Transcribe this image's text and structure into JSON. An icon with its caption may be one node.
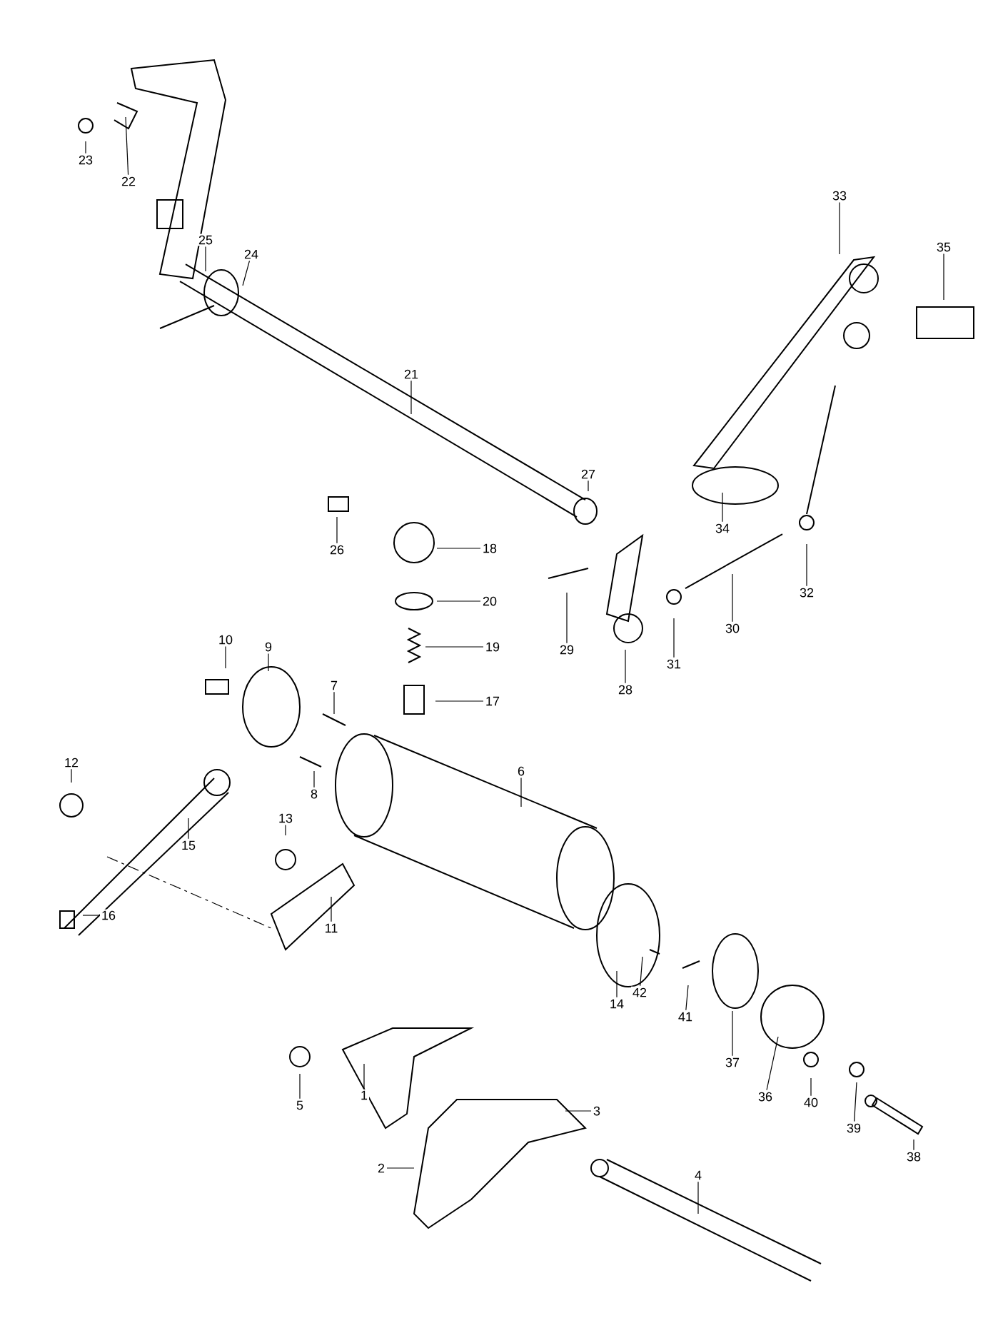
{
  "diagram": {
    "nodes": [
      {
        "text": [
          "23"
        ]
      },
      {
        "text": [
          "22"
        ]
      },
      {
        "text": [
          "33"
        ]
      },
      {
        "text": [
          "25"
        ]
      },
      {
        "text": [
          "24"
        ]
      },
      {
        "text": [
          "35"
        ]
      },
      {
        "text": [
          "21"
        ]
      },
      {
        "text": [
          "27"
        ]
      },
      {
        "text": [
          "26"
        ]
      },
      {
        "text": [
          "18"
        ]
      },
      {
        "text": [
          "34"
        ]
      },
      {
        "text": [
          "32"
        ]
      },
      {
        "text": [
          "20"
        ]
      },
      {
        "text": [
          "29"
        ]
      },
      {
        "text": [
          "30"
        ]
      },
      {
        "text": [
          "31"
        ]
      },
      {
        "text": [
          "19"
        ]
      },
      {
        "text": [
          "28"
        ]
      },
      {
        "text": [
          "10"
        ]
      },
      {
        "text": [
          "9"
        ]
      },
      {
        "text": [
          "7"
        ]
      },
      {
        "text": [
          "17"
        ]
      },
      {
        "text": [
          "6"
        ]
      },
      {
        "text": [
          "12"
        ]
      },
      {
        "text": [
          "8"
        ]
      },
      {
        "text": [
          "15"
        ]
      },
      {
        "text": [
          "13"
        ]
      },
      {
        "text": [
          "16"
        ]
      },
      {
        "text": [
          "11"
        ]
      },
      {
        "text": [
          "14"
        ]
      },
      {
        "text": [
          "42"
        ]
      },
      {
        "text": [
          "41"
        ]
      },
      {
        "text": [
          "37"
        ]
      },
      {
        "text": [
          "36"
        ]
      },
      {
        "text": [
          "40"
        ]
      },
      {
        "text": [
          "39"
        ]
      },
      {
        "text": [
          "38"
        ]
      },
      {
        "text": [
          "5"
        ]
      },
      {
        "text": [
          "1"
        ]
      },
      {
        "text": [
          "3"
        ]
      },
      {
        "text": [
          "2"
        ]
      },
      {
        "text": [
          "4"
        ]
      }
    ],
    "edges": [
      {
        "from": 0,
        "to": null,
        "arrow": "none"
      },
      {
        "from": 1,
        "to": null,
        "arrow": "none"
      },
      {
        "from": 2,
        "to": null,
        "arrow": "none"
      },
      {
        "from": 3,
        "to": null,
        "arrow": "none"
      },
      {
        "from": 4,
        "to": null,
        "arrow": "none"
      },
      {
        "from": 5,
        "to": null,
        "arrow": "none"
      },
      {
        "from": 6,
        "to": null,
        "arrow": "none"
      },
      {
        "from": 7,
        "to": null,
        "arrow": "none"
      },
      {
        "from": 8,
        "to": null,
        "arrow": "none"
      },
      {
        "from": 9,
        "to": null,
        "arrow": "none"
      },
      {
        "from": 10,
        "to": null,
        "arrow": "none"
      },
      {
        "from": 11,
        "to": null,
        "arrow": "none"
      },
      {
        "from": 12,
        "to": null,
        "arrow": "none"
      },
      {
        "from": 13,
        "to": null,
        "arrow": "none"
      },
      {
        "from": 14,
        "to": null,
        "arrow": "none"
      },
      {
        "from": 15,
        "to": null,
        "arrow": "none"
      },
      {
        "from": 16,
        "to": null,
        "arrow": "none"
      },
      {
        "from": 17,
        "to": null,
        "arrow": "none"
      },
      {
        "from": 18,
        "to": null,
        "arrow": "none"
      },
      {
        "from": 19,
        "to": null,
        "arrow": "none"
      },
      {
        "from": 20,
        "to": null,
        "arrow": "none"
      },
      {
        "from": 21,
        "to": null,
        "arrow": "none"
      },
      {
        "from": 22,
        "to": null,
        "arrow": "none"
      },
      {
        "from": 23,
        "to": null,
        "arrow": "none"
      },
      {
        "from": 24,
        "to": null,
        "arrow": "none"
      },
      {
        "from": 25,
        "to": null,
        "arrow": "none"
      },
      {
        "from": 26,
        "to": null,
        "arrow": "none"
      },
      {
        "from": 27,
        "to": null,
        "arrow": "none"
      },
      {
        "from": 28,
        "to": null,
        "arrow": "none"
      },
      {
        "from": 29,
        "to": null,
        "arrow": "none"
      },
      {
        "from": 30,
        "to": null,
        "arrow": "none"
      },
      {
        "from": 31,
        "to": null,
        "arrow": "none"
      },
      {
        "from": 32,
        "to": null,
        "arrow": "none"
      },
      {
        "from": 33,
        "to": null,
        "arrow": "none"
      },
      {
        "from": 34,
        "to": null,
        "arrow": "none"
      },
      {
        "from": 35,
        "to": null,
        "arrow": "none"
      },
      {
        "from": 36,
        "to": null,
        "arrow": "none"
      },
      {
        "from": 37,
        "to": null,
        "arrow": "none"
      },
      {
        "from": 38,
        "to": null,
        "arrow": "none"
      },
      {
        "from": 39,
        "to": null,
        "arrow": "none"
      },
      {
        "from": 40,
        "to": null,
        "arrow": "none"
      },
      {
        "from": 41,
        "to": null,
        "arrow": "none"
      }
    ]
  }
}
